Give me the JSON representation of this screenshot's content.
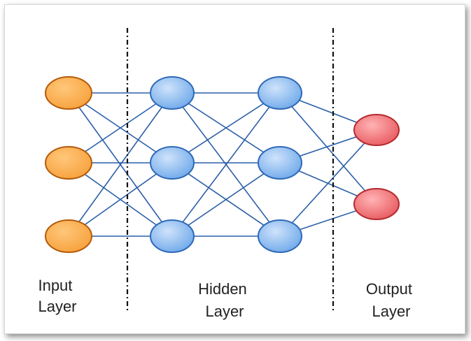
{
  "diagram": {
    "layers": [
      {
        "id": "input",
        "label_lines": [
          "Input",
          "Layer"
        ],
        "node_count": 3,
        "fill": "#f7a13c",
        "stroke": "#b35a0b"
      },
      {
        "id": "hidden1",
        "label_lines": [],
        "node_count": 3,
        "fill": "#7fb4ee",
        "stroke": "#2f69b8"
      },
      {
        "id": "hidden2",
        "label_lines": [],
        "node_count": 3,
        "fill": "#7fb4ee",
        "stroke": "#2f69b8"
      },
      {
        "id": "output",
        "label_lines": [
          "Output",
          "Layer"
        ],
        "node_count": 2,
        "fill": "#e85a5f",
        "stroke": "#b32a30"
      }
    ],
    "hidden_label_lines": [
      "Hidden",
      "Layer"
    ],
    "edge_color": "#2a5fa8",
    "divider_color": "#111111",
    "connections": "fully-connected between adjacent layers"
  }
}
